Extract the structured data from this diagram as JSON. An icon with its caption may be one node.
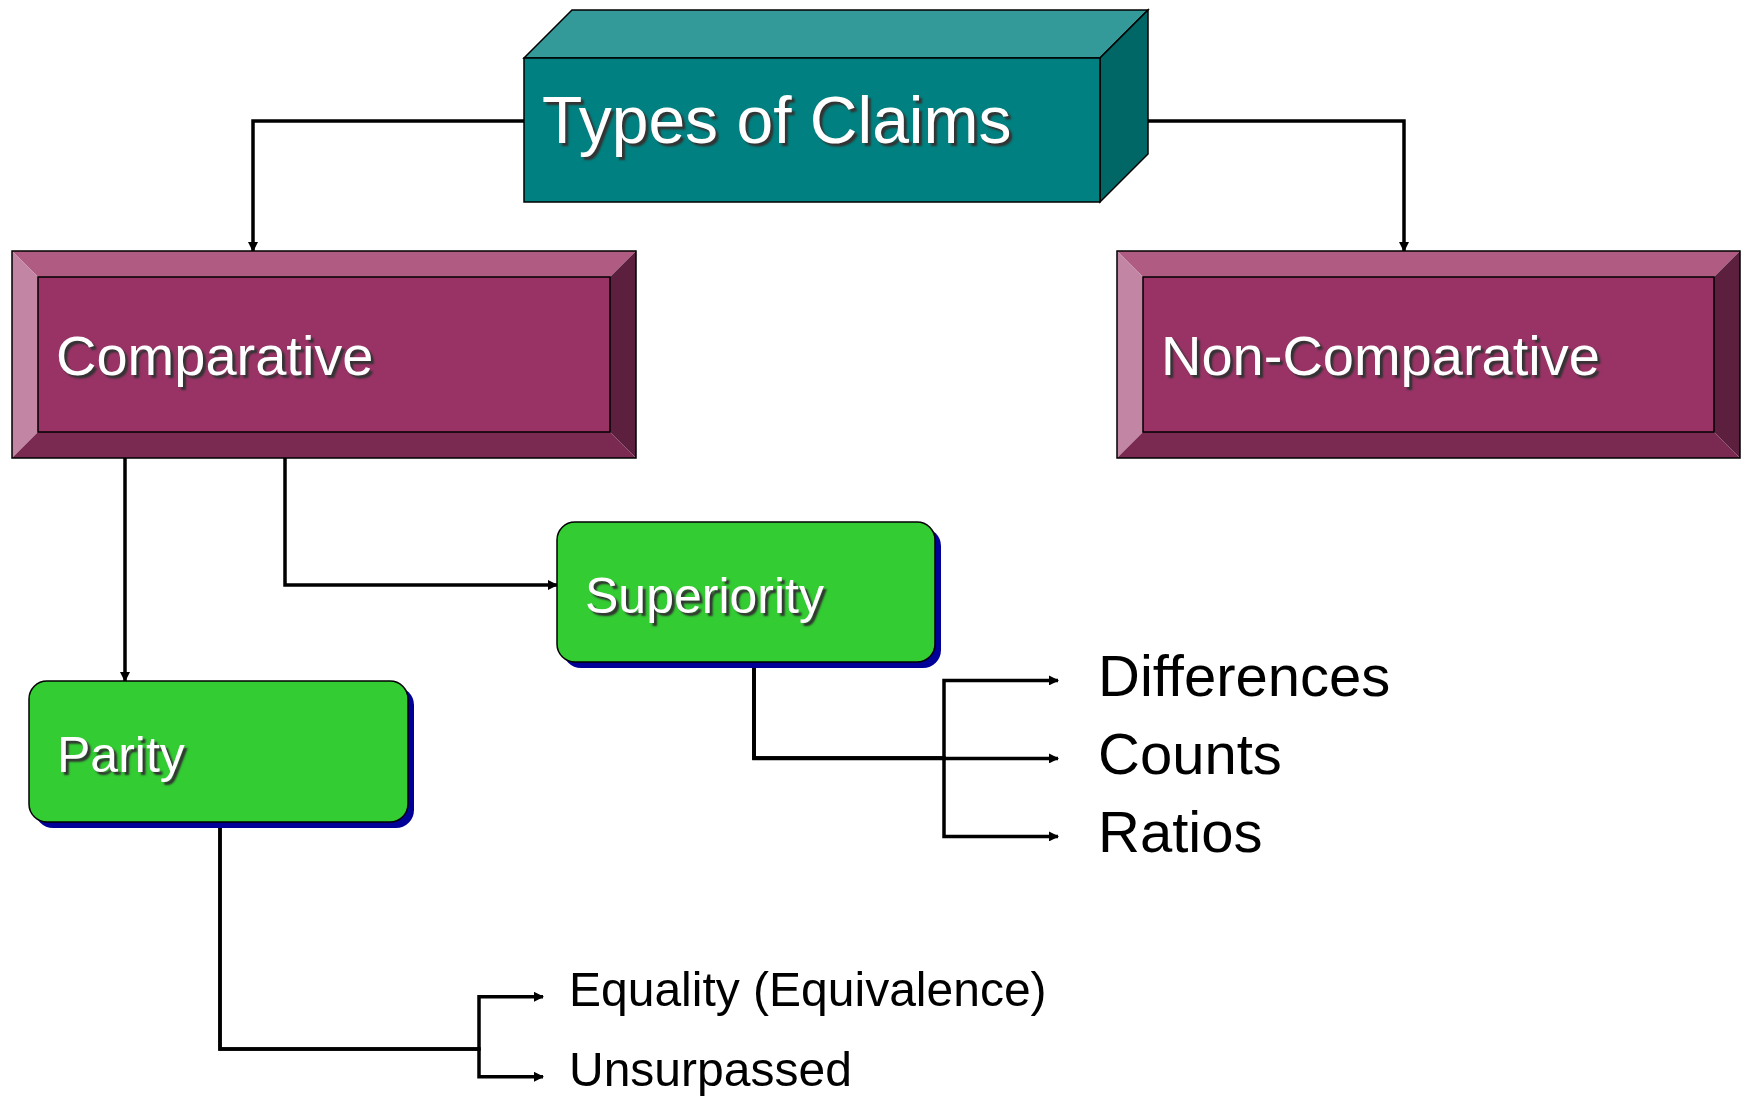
{
  "diagram": {
    "nodes": [
      {
        "text": [
          "Types of Claims"
        ]
      },
      {
        "text": [
          "Comparative"
        ]
      },
      {
        "text": [
          "Non-Comparative"
        ]
      },
      {
        "text": [
          "Superiority"
        ]
      },
      {
        "text": [
          "Parity"
        ]
      },
      {
        "text": [
          "Differences"
        ]
      },
      {
        "text": [
          "Counts"
        ]
      },
      {
        "text": [
          "Ratios"
        ]
      },
      {
        "text": [
          "Equality (Equivalence)"
        ]
      },
      {
        "text": [
          "Unsurpassed"
        ]
      }
    ],
    "edges": [
      {
        "from": 0,
        "to": 1,
        "arrow": "to"
      },
      {
        "from": 0,
        "to": 2,
        "arrow": "to"
      },
      {
        "from": 1,
        "to": 4,
        "arrow": "to"
      },
      {
        "from": 1,
        "to": 3,
        "arrow": "to"
      },
      {
        "from": 3,
        "to": 5,
        "arrow": "to"
      },
      {
        "from": 3,
        "to": 6,
        "arrow": "to"
      },
      {
        "from": 3,
        "to": 7,
        "arrow": "to"
      },
      {
        "from": 4,
        "to": 8,
        "arrow": "to"
      },
      {
        "from": 4,
        "to": 9,
        "arrow": "to"
      }
    ]
  }
}
